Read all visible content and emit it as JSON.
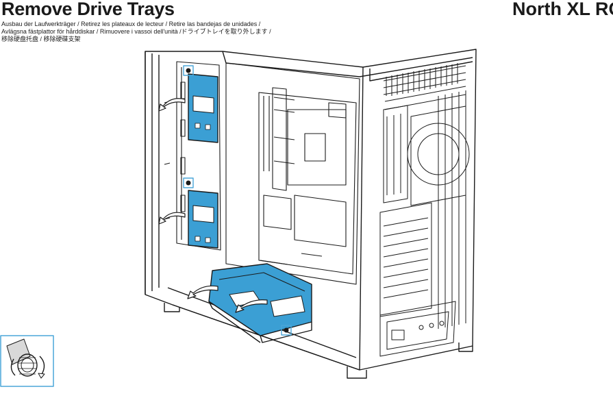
{
  "header": {
    "title": "Remove Drive Trays",
    "brand": "North XL RC"
  },
  "subtitle_lines": [
    "Ausbau der Laufwerkträger / Retirez les plateaux de lecteur / Retire las bandejas de unidades /",
    "Avlägsna fästplattor för hårddiskar / Rimuovere i vassoi dell'unità /ドライブトレイを取り外します /",
    "移除硬盘托盘 / 移除硬碟支架"
  ],
  "colors": {
    "tray_blue": "#3b9fd4",
    "line": "#1a1a1a",
    "callout_frame": "#4aa6d8"
  },
  "icons": [
    "thumbscrew-icon",
    "rotate-arrow-icon"
  ]
}
